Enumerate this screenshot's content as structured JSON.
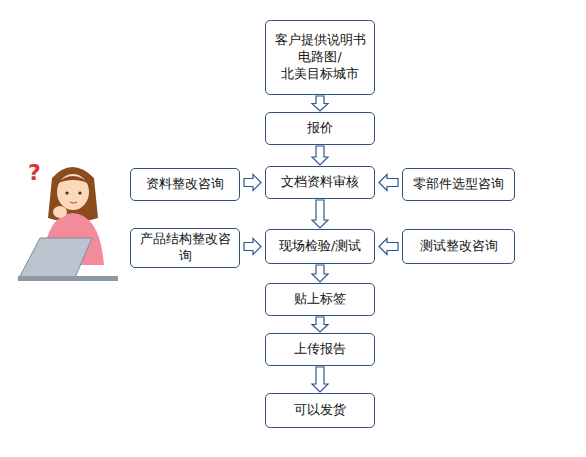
{
  "diagram": {
    "nodes": [
      {
        "text": [
          "客户提供说明书 电路图/ 北美目标城市"
        ]
      },
      {
        "text": [
          "报价"
        ]
      },
      {
        "text": [
          "资料整改咨询"
        ]
      },
      {
        "text": [
          "文档资料审核"
        ]
      },
      {
        "text": [
          "零部件选型咨询"
        ]
      },
      {
        "text": [
          "产品结构整改咨询"
        ]
      },
      {
        "text": [
          "现场检验/测试"
        ]
      },
      {
        "text": [
          "测试整改咨询"
        ]
      },
      {
        "text": [
          "贴上标签"
        ]
      },
      {
        "text": [
          "上传报告"
        ]
      },
      {
        "text": [
          "可以发货"
        ]
      }
    ],
    "edges": [
      {
        "from": 0,
        "to": 1,
        "arrow": "to"
      },
      {
        "from": 1,
        "to": 3,
        "arrow": "to"
      },
      {
        "from": 2,
        "to": 3,
        "arrow": "to"
      },
      {
        "from": 4,
        "to": 3,
        "arrow": "to"
      },
      {
        "from": 3,
        "to": 6,
        "arrow": "to"
      },
      {
        "from": 5,
        "to": 6,
        "arrow": "to"
      },
      {
        "from": 7,
        "to": 6,
        "arrow": "to"
      },
      {
        "from": 6,
        "to": 8,
        "arrow": "to"
      },
      {
        "from": 8,
        "to": 9,
        "arrow": "to"
      },
      {
        "from": 9,
        "to": 10,
        "arrow": "to"
      }
    ]
  }
}
